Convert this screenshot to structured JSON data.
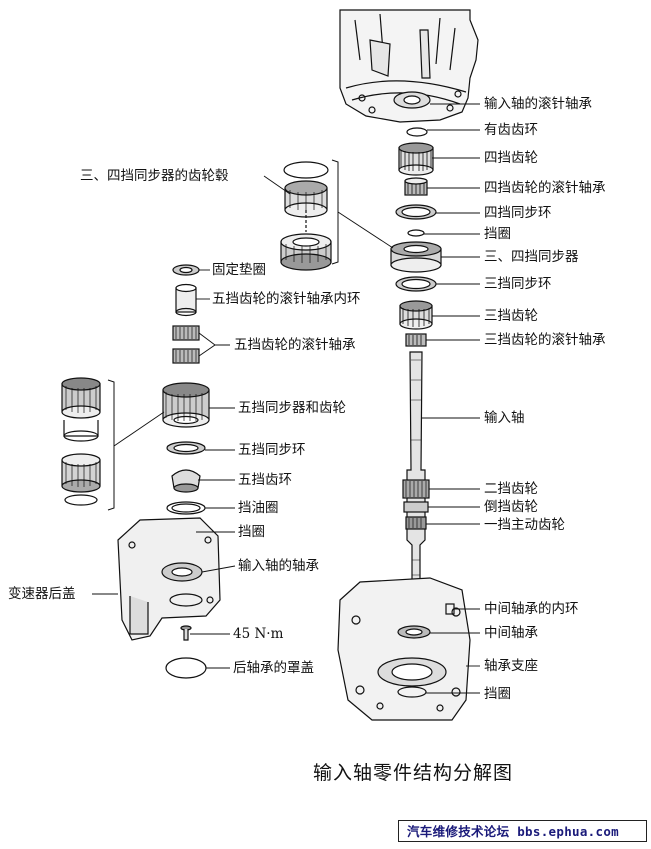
{
  "labels_right": [
    "输入轴的滚针轴承",
    "有齿齿环",
    "四挡齿轮",
    "四挡齿轮的滚针轴承",
    "四挡同步环",
    "挡圈",
    "三、四挡同步器",
    "三挡同步环",
    "三挡齿轮",
    "三挡齿轮的滚针轴承",
    "输入轴",
    "二挡齿轮",
    "倒挡齿轮",
    "一挡主动齿轮",
    "中间轴承的内环",
    "中间轴承",
    "轴承支座",
    "挡圈"
  ],
  "labels_left": [
    "三、四挡同步器的齿轮毂",
    "固定垫圈",
    "五挡齿轮的滚针轴承内环",
    "五挡齿轮的滚针轴承",
    "五挡同步器和齿轮",
    "五挡同步环",
    "五挡齿环",
    "挡油圈",
    "挡圈",
    "输入轴的轴承",
    "变速器后盖",
    "45 N·m",
    "后轴承的罩盖"
  ],
  "title": "输入轴零件结构分解图",
  "watermark": {
    "cn": "汽车维修技术论坛",
    "url": "bbs.ephua.com"
  }
}
